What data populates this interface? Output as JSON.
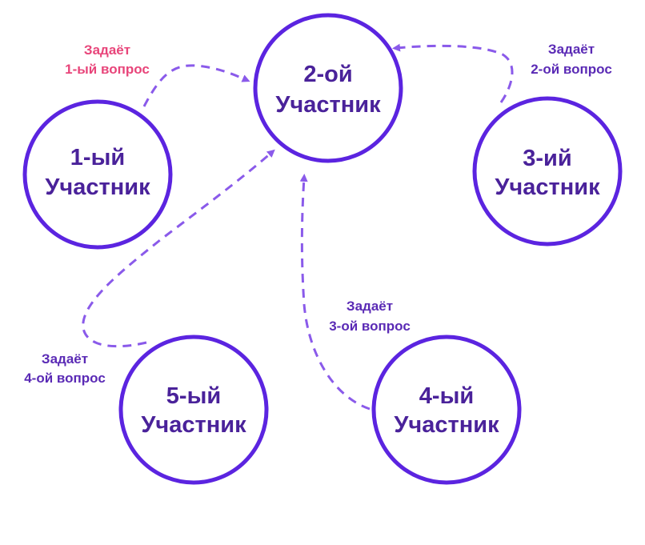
{
  "colors": {
    "node_stroke": "#5B24E0",
    "edge": "#8A5AEA",
    "node_text": "#4A229A",
    "label_default": "#5A2AB5",
    "label_accent": "#E8457A",
    "background": "#FFFFFF"
  },
  "nodes": [
    {
      "id": "p1",
      "line1": "1-ый",
      "line2": "Участник"
    },
    {
      "id": "p2",
      "line1": "2-ой",
      "line2": "Участник"
    },
    {
      "id": "p3",
      "line1": "3-ий",
      "line2": "Участник"
    },
    {
      "id": "p4",
      "line1": "4-ый",
      "line2": "Участник"
    },
    {
      "id": "p5",
      "line1": "5-ый",
      "line2": "Участник"
    }
  ],
  "edges": [
    {
      "from": "p1",
      "to": "p2",
      "line1": "Задаёт",
      "line2": "1-ый вопрос",
      "accent": true
    },
    {
      "from": "p3",
      "to": "p2",
      "line1": "Задаёт",
      "line2": "2-ой вопрос",
      "accent": false
    },
    {
      "from": "p4",
      "to": "p2",
      "line1": "Задаёт",
      "line2": "3-ой вопрос",
      "accent": false
    },
    {
      "from": "p5",
      "to": "p2",
      "line1": "Задаёт",
      "line2": "4-ой вопрос",
      "accent": false
    }
  ]
}
